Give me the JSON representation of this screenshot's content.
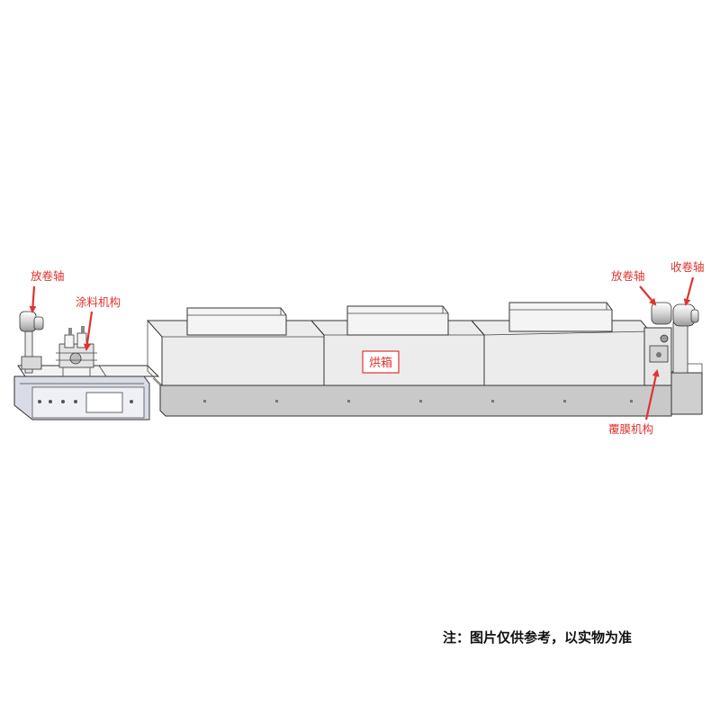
{
  "labels": {
    "unwind_left": "放卷轴",
    "coating": "涂料机构",
    "oven": "烘箱",
    "unwind_right": "放卷轴",
    "rewind": "收卷轴",
    "laminating": "覆膜机构"
  },
  "footer_note": "注：图片仅供参考，以实物为准",
  "colors": {
    "annotation": "#e0342f",
    "machine_fill": "#e6e6e6",
    "base_fill": "#c8c8c8",
    "outline": "#333333"
  }
}
